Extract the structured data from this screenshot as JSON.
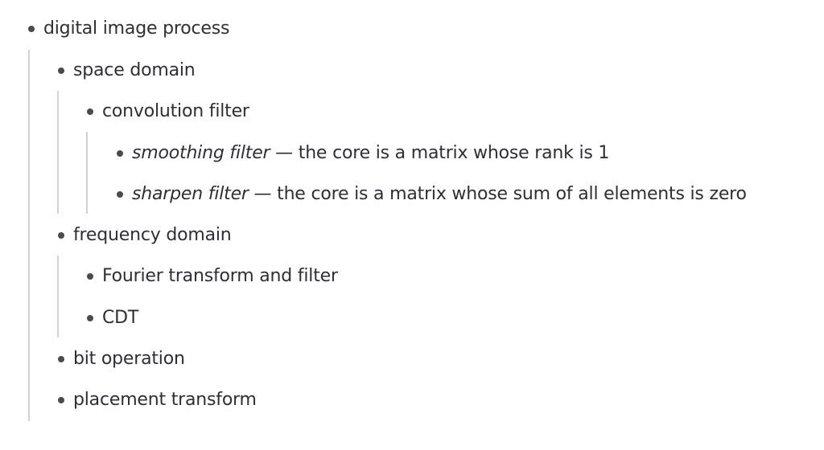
{
  "outline": {
    "root": {
      "label": "digital image process",
      "children": [
        {
          "label": "space domain",
          "children": [
            {
              "label": "convolution filter",
              "children": [
                {
                  "term": "smoothing filter",
                  "sep": " — ",
                  "desc": "the core is a matrix whose rank is 1"
                },
                {
                  "term": "sharpen filter",
                  "sep": " — ",
                  "desc": "the core is a matrix whose sum of all elements is zero"
                }
              ]
            }
          ]
        },
        {
          "label": "frequency domain",
          "children": [
            {
              "label": "Fourier transform and filter"
            },
            {
              "label": "CDT"
            }
          ]
        },
        {
          "label": "bit operation"
        },
        {
          "label": "placement transform"
        }
      ]
    }
  },
  "colors": {
    "text": "#2e2e38",
    "bullet": "#4a4a50",
    "guide": "#cfcfe2",
    "background": "#ffffff"
  }
}
